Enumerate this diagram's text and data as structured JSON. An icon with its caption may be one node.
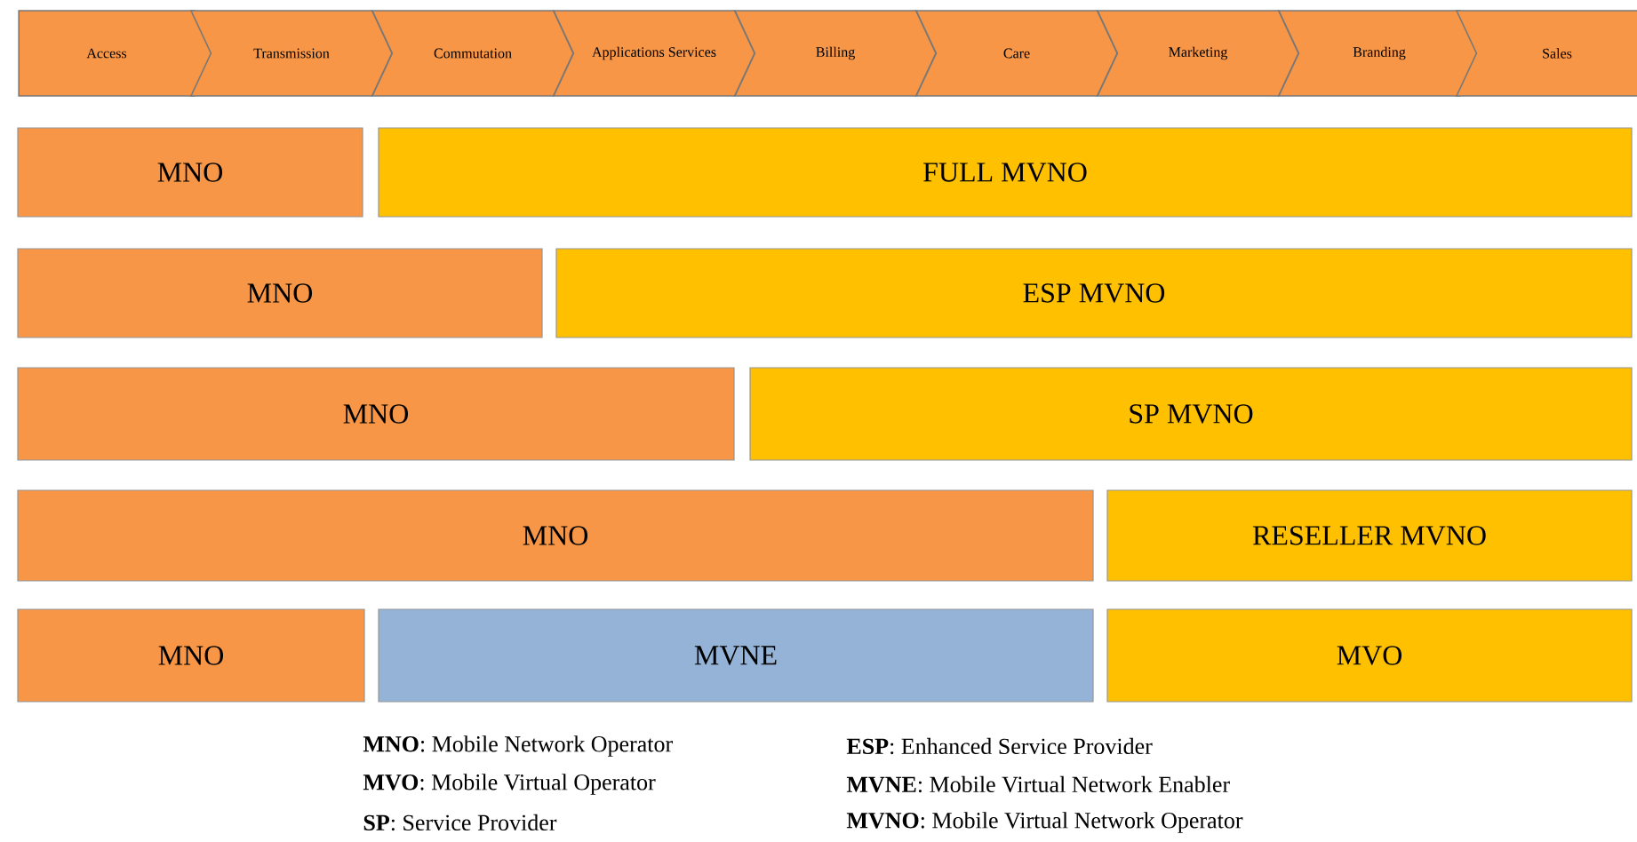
{
  "diagram": {
    "nodes": [
      {
        "text": [
          "Access"
        ]
      },
      {
        "text": [
          "Transmission"
        ]
      },
      {
        "text": [
          "Commutation"
        ]
      },
      {
        "text": [
          "Applications Services"
        ]
      },
      {
        "text": [
          "Billing"
        ]
      },
      {
        "text": [
          "Care"
        ]
      },
      {
        "text": [
          "Marketing"
        ]
      },
      {
        "text": [
          "Branding"
        ]
      },
      {
        "text": [
          "Sales"
        ]
      },
      {
        "text": [
          "MNO"
        ]
      },
      {
        "text": [
          "FULL MVNO"
        ]
      },
      {
        "text": [
          "MNO"
        ]
      },
      {
        "text": [
          "ESP MVNO"
        ]
      },
      {
        "text": [
          "MNO"
        ]
      },
      {
        "text": [
          "SP MVNO"
        ]
      },
      {
        "text": [
          "MNO"
        ]
      },
      {
        "text": [
          "RESELLER MVNO"
        ]
      },
      {
        "text": [
          "MNO"
        ]
      },
      {
        "text": [
          "MVNE"
        ]
      },
      {
        "text": [
          "MVO"
        ]
      }
    ],
    "labels": [
      "**MNO**: Mobile Network Operator",
      "**ESP**: Enhanced Service Provider",
      "**MVO**: Mobile Virtual Operator",
      "**MVNE**: Mobile Virtual Network Enabler",
      "**SP**: Service Provider",
      "**MVNO**: Mobile Virtual Network Operator"
    ]
  }
}
